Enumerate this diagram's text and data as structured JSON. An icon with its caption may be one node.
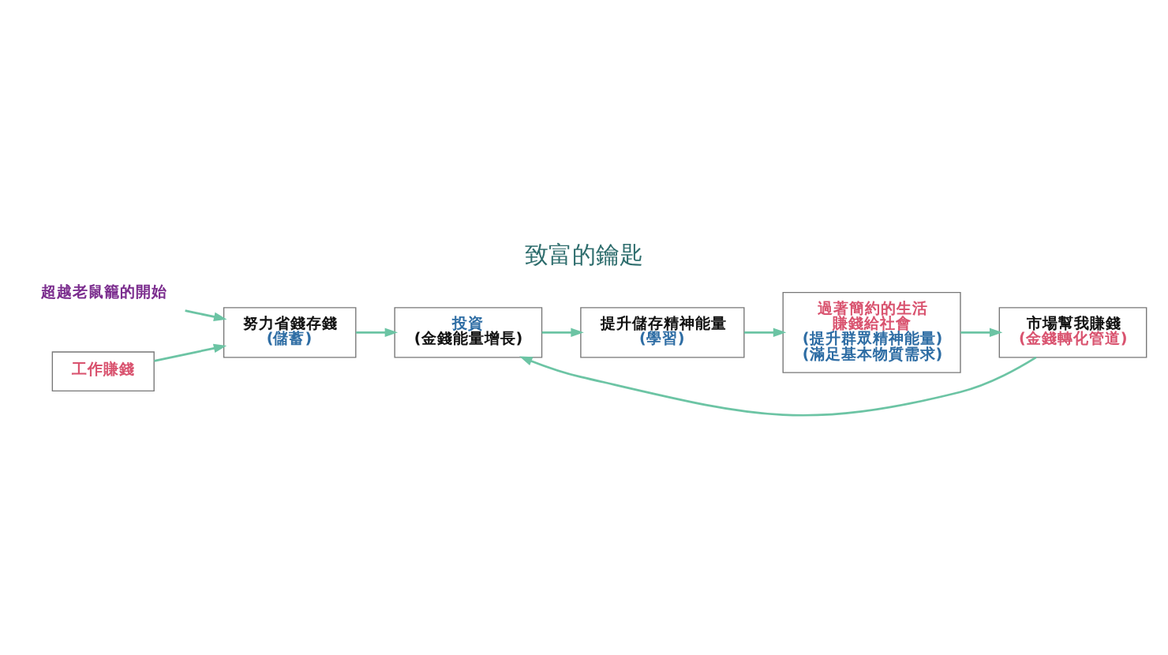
{
  "diagram": {
    "title": "致富的鑰匙",
    "nodes": [
      {
        "text": [
          "超越老鼠籠的開始"
        ]
      },
      {
        "text": [
          "工作賺錢"
        ]
      },
      {
        "text": [
          "努力省錢存錢",
          "(儲蓄)"
        ]
      },
      {
        "text": [
          "投資",
          "(金錢能量增長)"
        ]
      },
      {
        "text": [
          "提升儲存精神能量",
          "(學習)"
        ]
      },
      {
        "text": [
          "過著簡約的生活",
          "賺錢給社會",
          "(提升群眾精神能量)",
          "(滿足基本物質需求)"
        ]
      },
      {
        "text": [
          "市場幫我賺錢",
          "(金錢轉化管道)"
        ]
      }
    ],
    "edges": [
      {
        "from": 0,
        "to": 2,
        "arrow": "to"
      },
      {
        "from": 1,
        "to": 2,
        "arrow": "to"
      },
      {
        "from": 2,
        "to": 3,
        "arrow": "to"
      },
      {
        "from": 3,
        "to": 4,
        "arrow": "to"
      },
      {
        "from": 4,
        "to": 5,
        "arrow": "to"
      },
      {
        "from": 5,
        "to": 6,
        "arrow": "to"
      },
      {
        "from": 6,
        "to": 3,
        "arrow": "to"
      }
    ]
  }
}
